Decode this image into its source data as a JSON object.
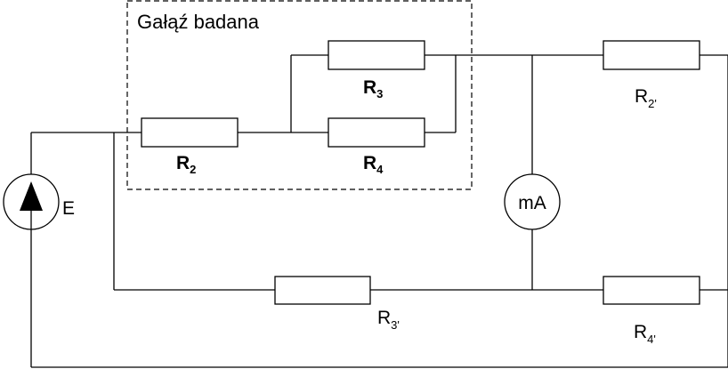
{
  "diagram": {
    "box_title": "Gałąź badana",
    "source": {
      "label": "E"
    },
    "meter": {
      "label": "mA"
    },
    "resistors": {
      "r2": {
        "letter": "R",
        "sub": "2"
      },
      "r3": {
        "letter": "R",
        "sub": "3"
      },
      "r4": {
        "letter": "R",
        "sub": "4"
      },
      "r2p": {
        "letter": "R",
        "sub": "2'"
      },
      "r3p": {
        "letter": "R",
        "sub": "3'"
      },
      "r4p": {
        "letter": "R",
        "sub": "4'"
      }
    }
  }
}
